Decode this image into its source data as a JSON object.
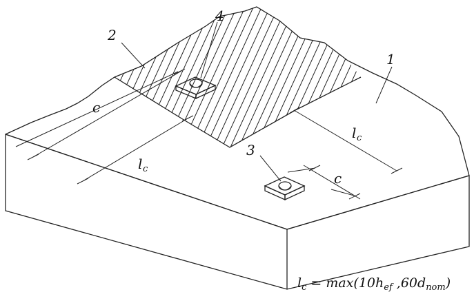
{
  "labels": {
    "slab": "1",
    "hatched_area": "2",
    "anchor_plate_a": "3",
    "anchor_plate_b": "4",
    "edge_distance_1": "c",
    "edge_distance_2": "c",
    "length_1_main": "l",
    "length_1_sub": "c",
    "length_2_main": "l",
    "length_2_sub": "c"
  },
  "formula": {
    "lhs_main": "l",
    "lhs_sub": "c",
    "equals": " = max(10h",
    "ef": "ef",
    "mid": " ,60d",
    "nom": "nom",
    "close": ")"
  }
}
